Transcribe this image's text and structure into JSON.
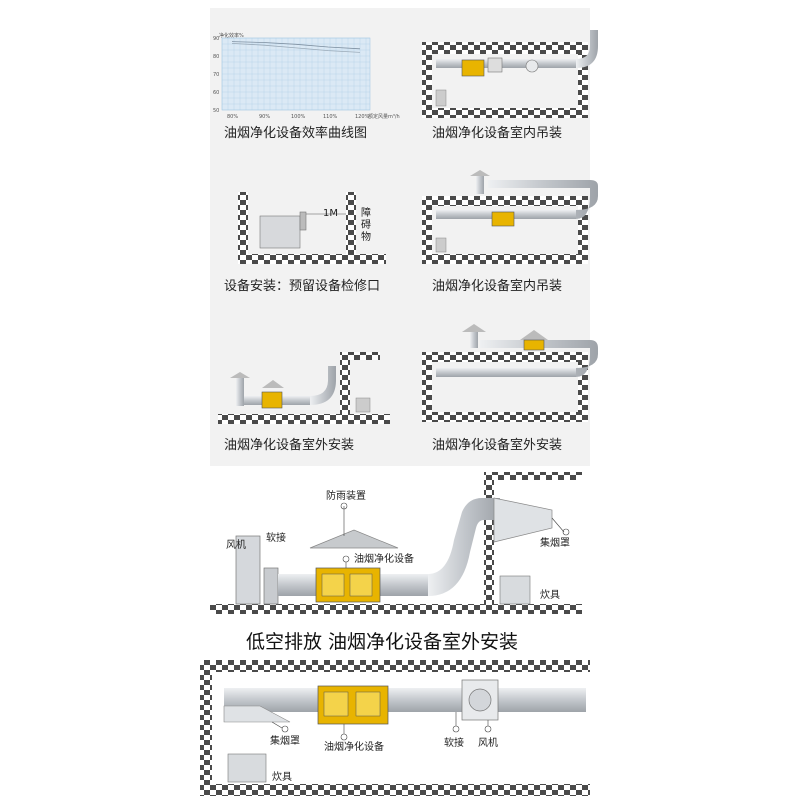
{
  "panels": {
    "efficiency_chart": {
      "caption": "油烟净化设备效率曲线图",
      "ylabel": "净化效率%",
      "xlabel": "额定风量m³/h"
    },
    "ceiling_top": {
      "caption": "油烟净化设备室内吊装"
    },
    "maintenance": {
      "caption": "设备安装：预留设备检修口",
      "gap_label": "1M",
      "obstacle_label": "障碍物"
    },
    "ceiling_mid": {
      "caption": "油烟净化设备室内吊装"
    },
    "outdoor_left": {
      "caption": "油烟净化设备室外安装"
    },
    "outdoor_right": {
      "caption": "油烟净化设备室外安装"
    }
  },
  "chart_data": {
    "type": "line",
    "title": "",
    "ylabel": "净化效率%",
    "xlabel": "额定风量m³/h",
    "categories": [
      "80%",
      "90%",
      "100%",
      "110%",
      "120%"
    ],
    "y_ticks": [
      90,
      80,
      70,
      60,
      50
    ],
    "ylim": [
      50,
      90
    ],
    "grid": true,
    "series": [
      {
        "values": [
          88,
          87.5,
          86.5,
          85,
          84
        ]
      },
      {
        "values": [
          87,
          86,
          84.5,
          83,
          82
        ]
      }
    ]
  },
  "outdoor_large": {
    "title": "低空排放  油烟净化设备室外安装",
    "labels": {
      "rain_guard": "防雨装置",
      "fan": "风机",
      "flexible_joint": "软接",
      "purifier": "油烟净化设备",
      "hood": "集烟罩",
      "stove": "炊具"
    }
  },
  "indoor_large": {
    "labels": {
      "hood": "集烟罩",
      "purifier": "油烟净化设备",
      "flexible_joint": "软接",
      "fan": "风机",
      "stove": "炊具"
    }
  },
  "colors": {
    "brick": "#4a4a4a",
    "duct": "#c9ccd0",
    "purifier": "#e8b400",
    "bg_top": "#f2f2f2",
    "grid": "#a9cbe4"
  }
}
